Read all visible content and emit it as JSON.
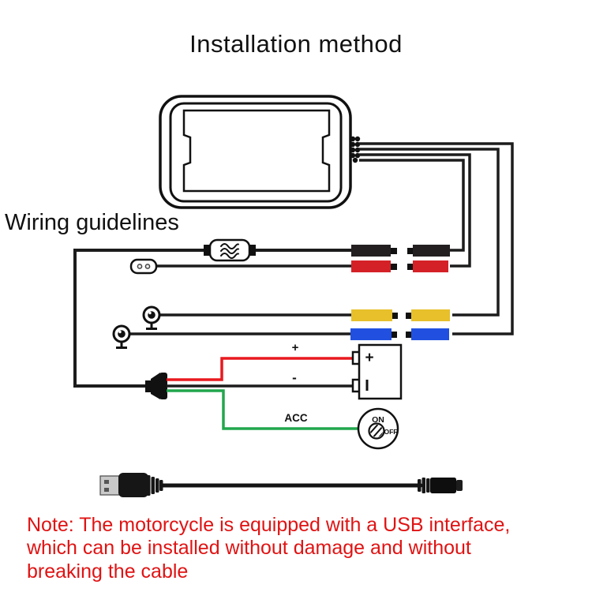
{
  "page": {
    "title": "Installation method",
    "section_title": "Wiring guidelines",
    "note_lines": [
      "Note: The motorcycle is equipped with a USB interface,",
      "which can be installed without damage and without",
      "breaking the cable"
    ]
  },
  "diagram": {
    "battery": {
      "wire_plus_label": "+",
      "wire_minus_label": "-",
      "terminal_plus_label": "+"
    },
    "ignition_switch": {
      "acc_label": "ACC",
      "on_label": "ON",
      "off_label": "OFF"
    }
  },
  "colors": {
    "wire_black": "#1c1c1c",
    "wire_red": "#e8191f",
    "wire_green": "#21a64d",
    "connector_black": "#231f20",
    "connector_red": "#d42127",
    "connector_yellow": "#e7c02b",
    "connector_blue": "#2150e0",
    "note_red": "#e01313",
    "text_black": "#111111"
  }
}
